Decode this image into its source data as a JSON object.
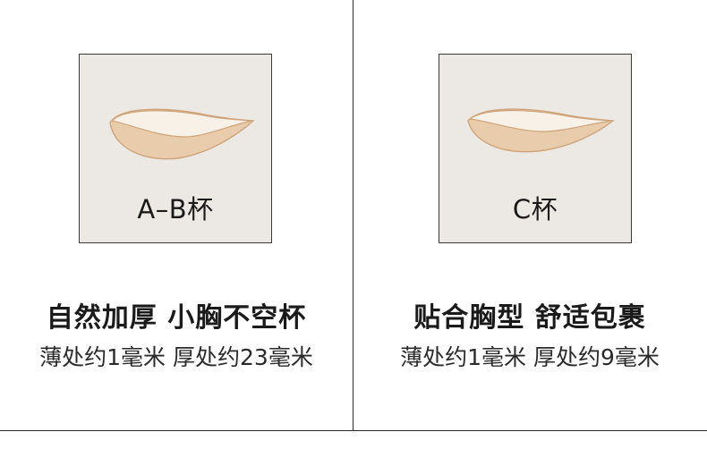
{
  "colors": {
    "box_bg": "#ece8e4",
    "cup_fill": "#e8ccab",
    "cup_highlight": "#f8f1e7",
    "cup_outline": "#cfa47a"
  },
  "panels": [
    {
      "cup_label": "A–B杯",
      "headline": "自然加厚 小胸不空杯",
      "detail": "薄处约1毫米 厚处约23毫米"
    },
    {
      "cup_label": "C杯",
      "headline": "贴合胸型 舒适包裹",
      "detail": "薄处约1毫米 厚处约9毫米"
    }
  ]
}
